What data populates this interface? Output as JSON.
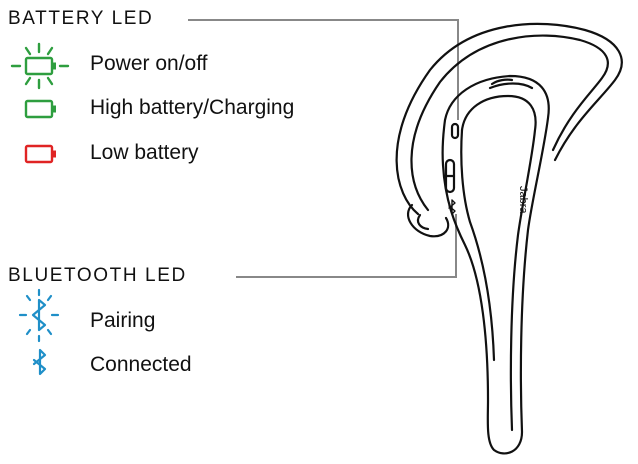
{
  "battery_led": {
    "heading": "BATTERY LED",
    "items": [
      {
        "label": "Power on/off",
        "icon": "battery-blinking-icon",
        "color": "#2e9e3f"
      },
      {
        "label": "High battery/Charging",
        "icon": "battery-icon",
        "color": "#2e9e3f"
      },
      {
        "label": "Low battery",
        "icon": "battery-icon",
        "color": "#e02424"
      }
    ]
  },
  "bluetooth_led": {
    "heading": "BLUETOOTH LED",
    "items": [
      {
        "label": "Pairing",
        "icon": "bluetooth-blinking-icon",
        "color": "#1f8fc8"
      },
      {
        "label": "Connected",
        "icon": "bluetooth-icon",
        "color": "#1f8fc8"
      }
    ]
  },
  "headset": {
    "brand": "Jabra",
    "image": "headset-illustration"
  }
}
